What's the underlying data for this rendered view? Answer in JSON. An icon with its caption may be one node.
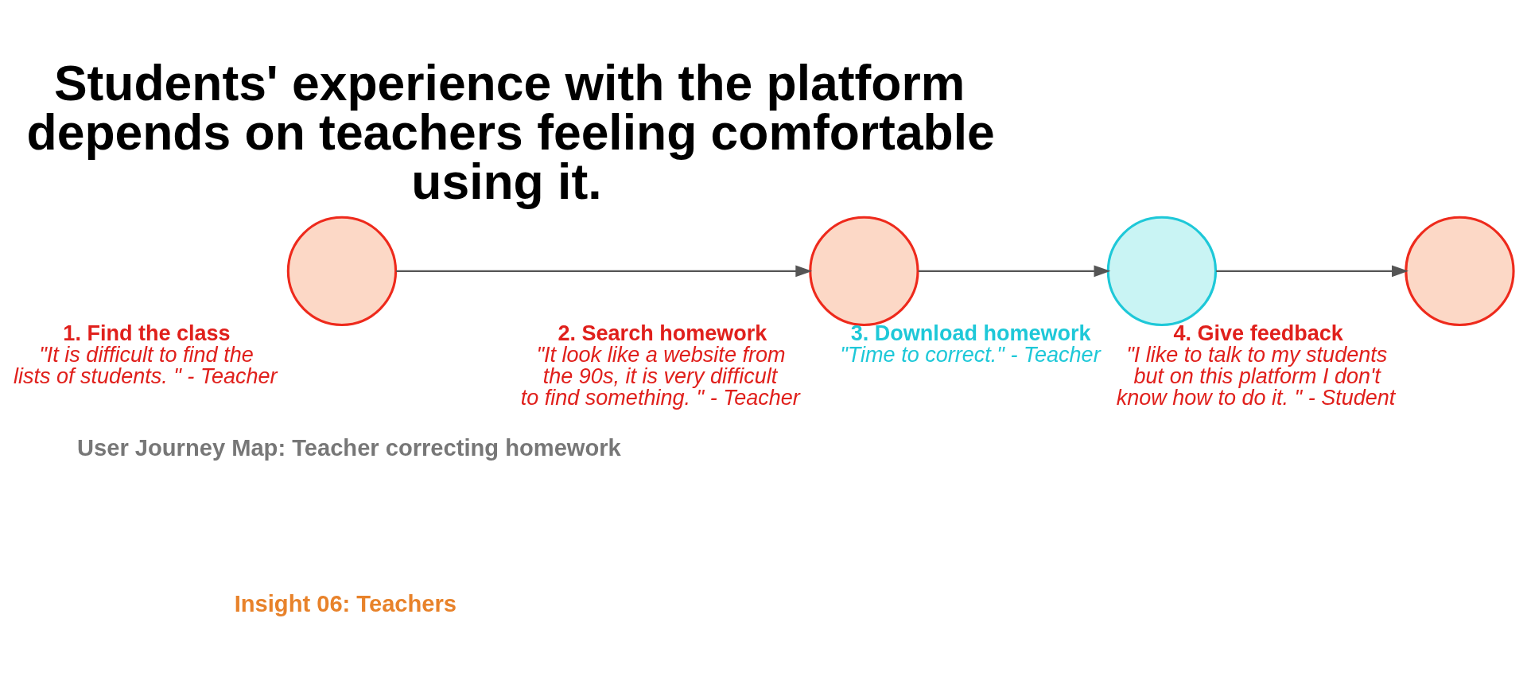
{
  "diagram": {
    "title": "Students' experience with the platform depends on teachers feeling comfortable using it.",
    "nodes": [
      {
        "text": [
          "1. Find the class",
          "\"It is difficult to find the lists of students. \" - Teacher"
        ]
      },
      {
        "text": [
          "2. Search homework",
          "\"It look like a website from the 90s, it is very difficult to find something. \" - Teacher"
        ]
      },
      {
        "text": [
          "3. Download homework",
          "\"Time to correct.\" - Teacher"
        ]
      },
      {
        "text": [
          "4. Give feedback",
          "\"I like to talk to my students but on this platform I don't know how to do it. \" - Student"
        ]
      }
    ],
    "edges": [
      {
        "from": 0,
        "to": 1,
        "arrow": "to"
      },
      {
        "from": 1,
        "to": 2,
        "arrow": "to"
      },
      {
        "from": 2,
        "to": 3,
        "arrow": "to"
      }
    ],
    "labels": [
      "Insight 06: Teachers",
      "User Journey Map: Teacher correcting homework"
    ]
  }
}
